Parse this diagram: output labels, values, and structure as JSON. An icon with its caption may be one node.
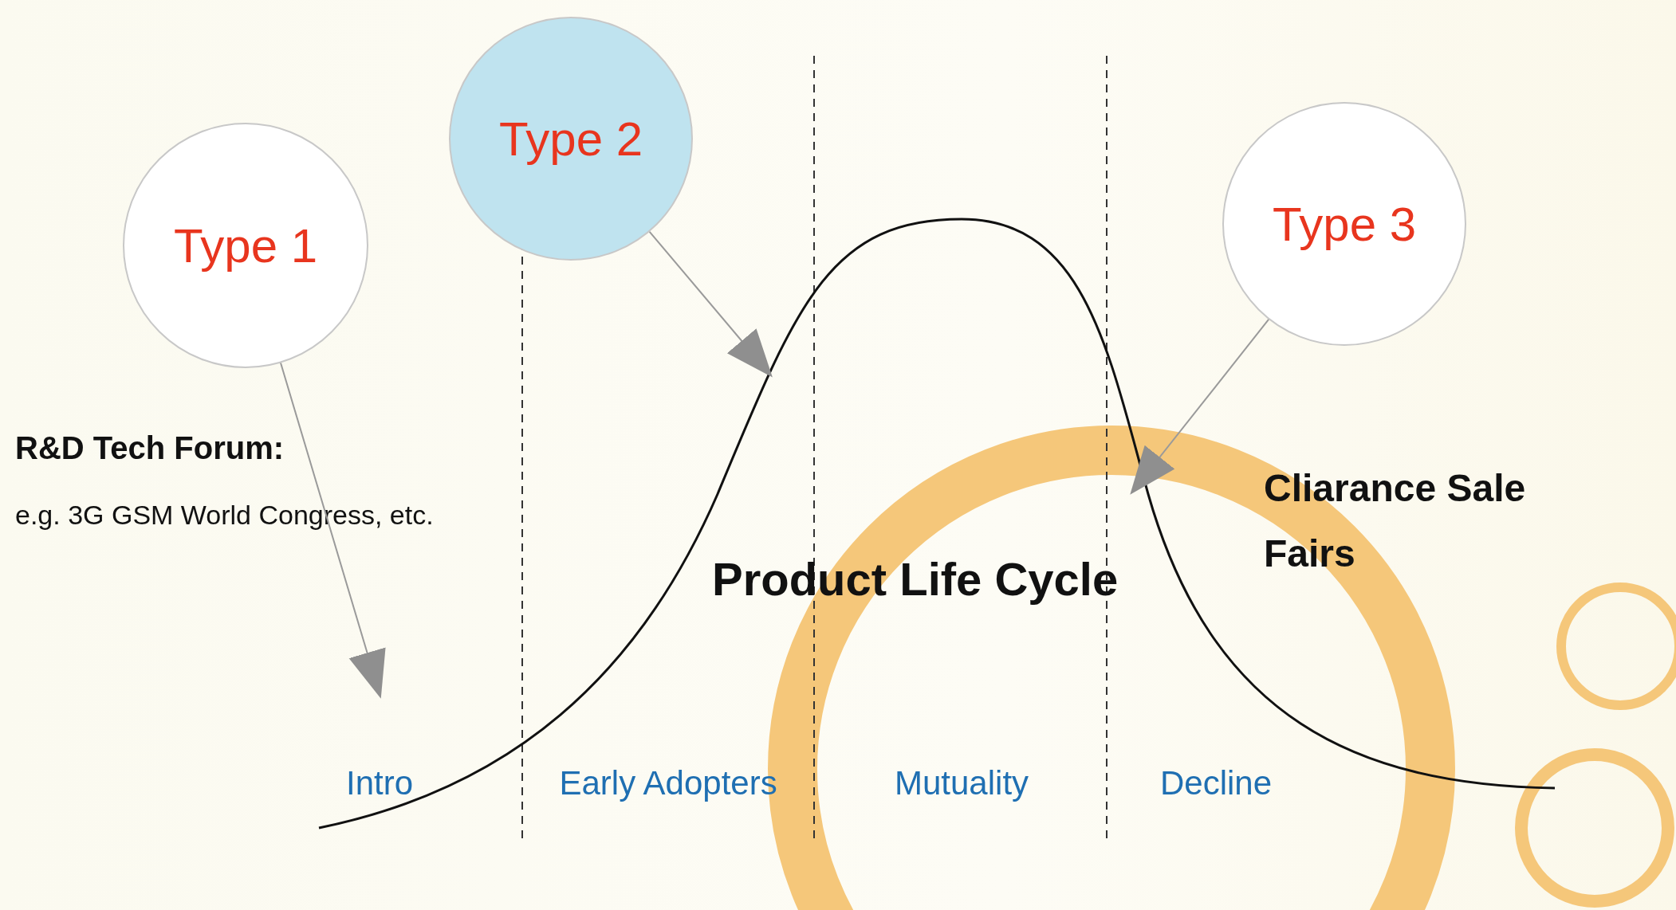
{
  "diagram": {
    "nodes": [
      {
        "text": [
          "Type 1"
        ]
      },
      {
        "text": [
          "Type 2"
        ]
      },
      {
        "text": [
          "Type 3"
        ]
      }
    ],
    "edges": [
      {
        "from": 0,
        "to": null,
        "arrow": "to"
      },
      {
        "from": 1,
        "to": null,
        "arrow": "to"
      },
      {
        "from": 2,
        "to": null,
        "arrow": "to"
      }
    ],
    "labels": [
      "R&D Tech Forum:",
      "e.g. 3G GSM World Congress, etc.",
      "Cliarance Sale Fairs",
      "Product Life Cycle",
      "Intro",
      "Early Adopters",
      "Mutuality",
      "Decline"
    ]
  }
}
